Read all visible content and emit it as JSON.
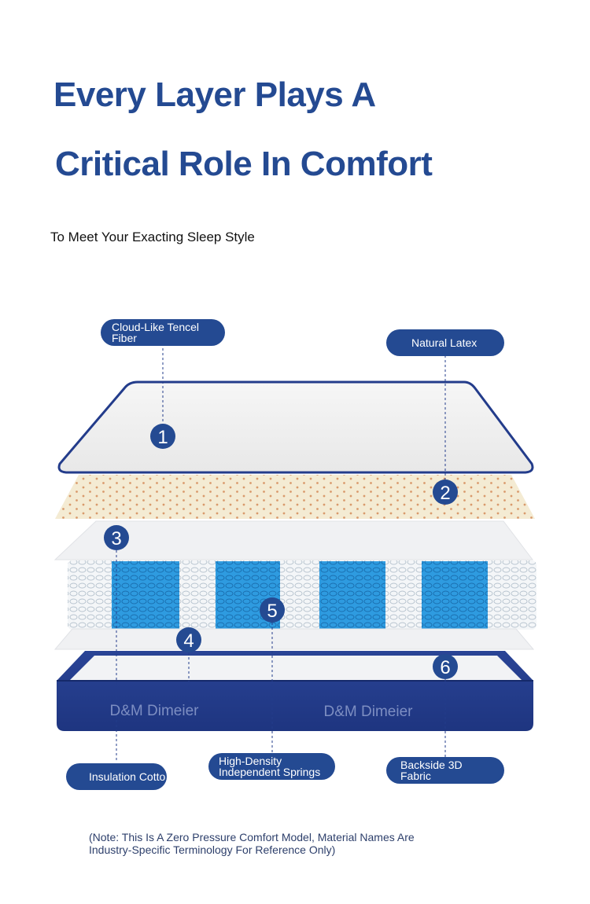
{
  "colors": {
    "title": "#244a92",
    "pill": "#244a92",
    "navy": "#233c8b",
    "latex": "#f4ebd3",
    "spring_blue": "#2e9be0",
    "note_text": "#2d3f6b"
  },
  "heading": {
    "line1": "Every Layer Plays A",
    "line2": "Critical Role In Comfort"
  },
  "subtitle": "To Meet Your Exacting Sleep Style",
  "labels": {
    "tencel_line1": "Cloud-Like Tencel",
    "tencel_line2": "Fiber",
    "latex": "Natural Latex",
    "insulation": "Insulation Cotto",
    "springs_line1": "High-Density",
    "springs_line2": "Independent Springs",
    "fabric": "Backside 3D Fabric"
  },
  "markers": [
    "1",
    "2",
    "3",
    "4",
    "5",
    "6"
  ],
  "brand": {
    "left": "D&M Dimeier",
    "right": "D&M Dimeier"
  },
  "note": {
    "line1": "(Note: This Is A Zero Pressure Comfort Model, Material Names Are",
    "line2": "Industry-Specific Terminology For Reference Only)"
  }
}
